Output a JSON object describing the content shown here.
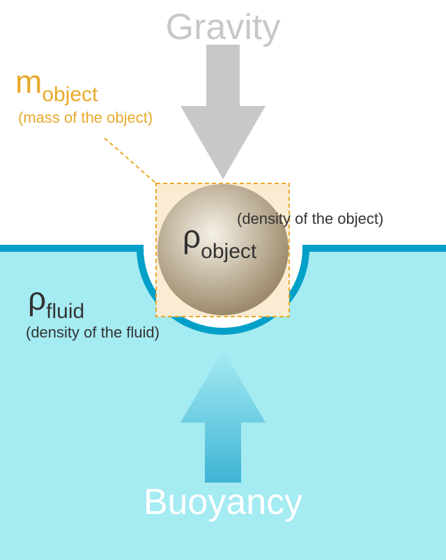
{
  "labels": {
    "gravity": "Gravity",
    "buoyancy": "Buoyancy",
    "mass_symbol": "m",
    "mass_subscript": "object",
    "mass_description": "(mass of the object)",
    "object_density_symbol": "ρ",
    "object_density_subscript": "object",
    "object_density_description": "(density of the object)",
    "fluid_density_symbol": "ρ",
    "fluid_density_subscript": "fluid",
    "fluid_density_description": "(density of the fluid)"
  },
  "colors": {
    "gravity_arrow": "#c8c8c8",
    "gravity_text": "#c8c8c8",
    "fluid": "#a5ebf2",
    "fluid_surface": "#00a0c8",
    "buoyancy_arrow": "#3fb4d6",
    "buoyancy_text": "#ffffff",
    "mass_accent": "#e8a92a",
    "mass_box_fill": "#faecd2",
    "object_light": "#f6f1e6",
    "object_dark": "#9c8a6c",
    "text_dark": "#333333"
  },
  "icons": {
    "gravity": "down-arrow-icon",
    "buoyancy": "up-arrow-icon"
  }
}
